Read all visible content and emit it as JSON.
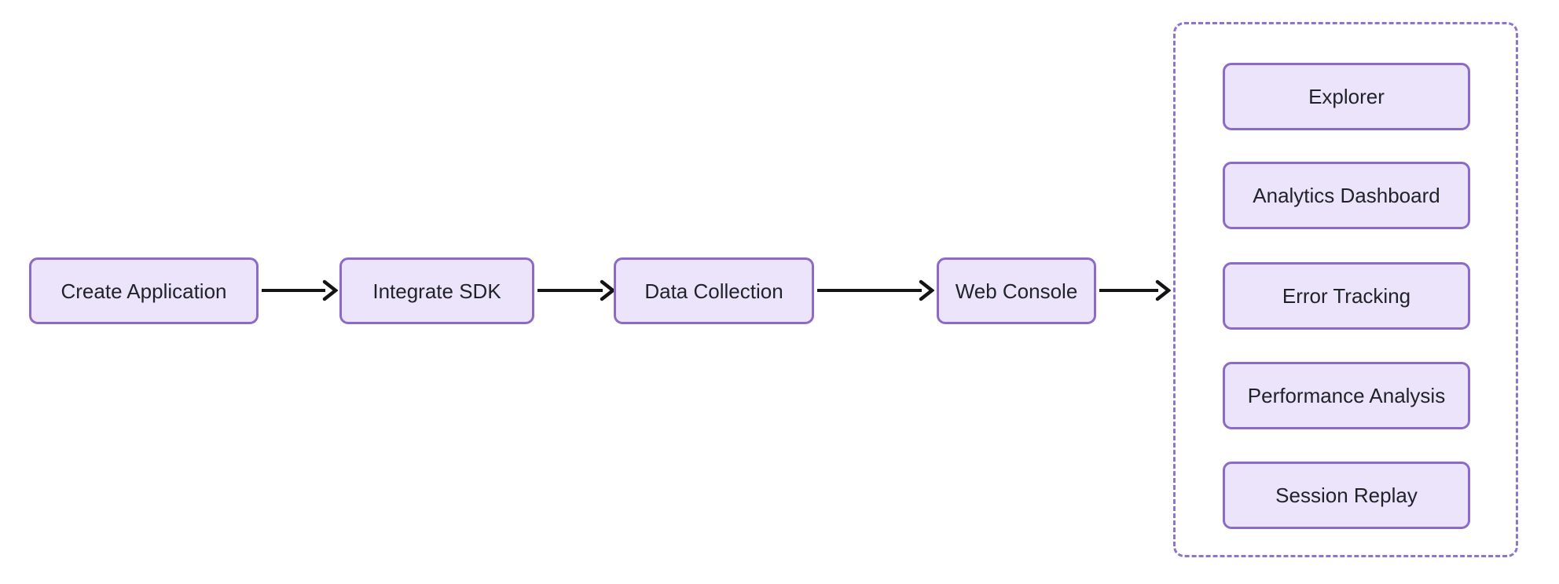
{
  "diagram": {
    "type": "flowchart",
    "direction": "left-to-right",
    "flow_nodes": [
      {
        "id": "n1",
        "label": "Create Application"
      },
      {
        "id": "n2",
        "label": "Integrate SDK"
      },
      {
        "id": "n3",
        "label": "Data Collection"
      },
      {
        "id": "n4",
        "label": "Web Console"
      }
    ],
    "edges": [
      {
        "from": "n1",
        "to": "n2",
        "style": "arrow"
      },
      {
        "from": "n2",
        "to": "n3",
        "style": "arrow"
      },
      {
        "from": "n3",
        "to": "n4",
        "style": "arrow"
      },
      {
        "from": "n4",
        "to": "features_cluster",
        "style": "arrow"
      }
    ],
    "features_cluster": {
      "border_style": "dashed",
      "items": [
        {
          "label": "Explorer"
        },
        {
          "label": "Analytics Dashboard"
        },
        {
          "label": "Error Tracking"
        },
        {
          "label": "Performance Analysis"
        },
        {
          "label": "Session Replay"
        }
      ]
    },
    "colors": {
      "background": "#ffffff",
      "node_fill": "#ece4fb",
      "node_border": "#8c6bc8",
      "cluster_border": "#8d74d0",
      "arrow": "#141414",
      "text": "#1f2328"
    }
  }
}
